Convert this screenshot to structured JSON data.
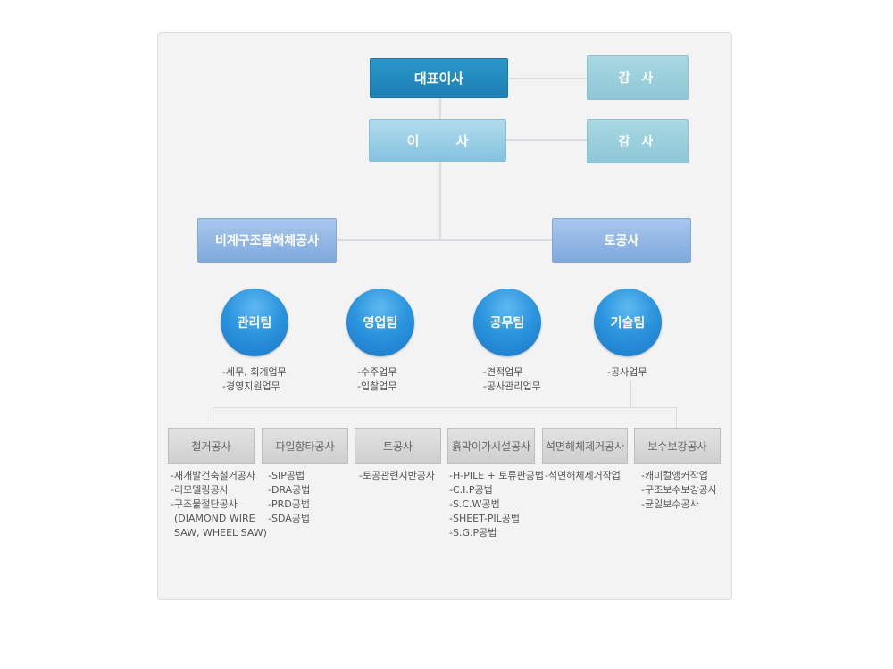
{
  "top": {
    "ceo": "대표이사",
    "auditor1": "감 사",
    "director": "이 사",
    "auditor2": "감 사"
  },
  "companies": {
    "left": "비계구조물해체공사",
    "right": "토공사"
  },
  "teams": [
    {
      "name": "관리팀",
      "tasks": [
        "-세무, 회계업무",
        "-경영지원업무"
      ]
    },
    {
      "name": "영업팀",
      "tasks": [
        "-수주업무",
        "-입찰업무"
      ]
    },
    {
      "name": "공무팀",
      "tasks": [
        "-견적업무",
        "-공사관리업무"
      ]
    },
    {
      "name": "기술팀",
      "tasks": [
        "-공사업무"
      ]
    }
  ],
  "works": [
    {
      "name": "철거공사",
      "items": [
        "-재개발건축철거공사",
        "-리모델링공사",
        "-구조물절단공사",
        " (DIAMOND WIRE",
        "  SAW, WHEEL SAW)"
      ]
    },
    {
      "name": "파일항타공사",
      "items": [
        "-SIP공법",
        "-DRA공법",
        "-PRD공법",
        "-SDA공법"
      ]
    },
    {
      "name": "토공사",
      "items": [
        "-토공관련지반공사"
      ]
    },
    {
      "name": "흙막이가시설공사",
      "items": [
        "-H-PILE + 토류판공법",
        "-C.I.P공법",
        "-S.C.W공법",
        "-SHEET-PIL공법",
        "-S.G.P공법"
      ]
    },
    {
      "name": "석면해체제거공사",
      "items": [
        "-석면해체제거작업"
      ]
    },
    {
      "name": "보수보강공사",
      "items": [
        "-캐미컬앵커작업",
        "-구조보수보강공사",
        "-균일보수공사"
      ]
    }
  ]
}
